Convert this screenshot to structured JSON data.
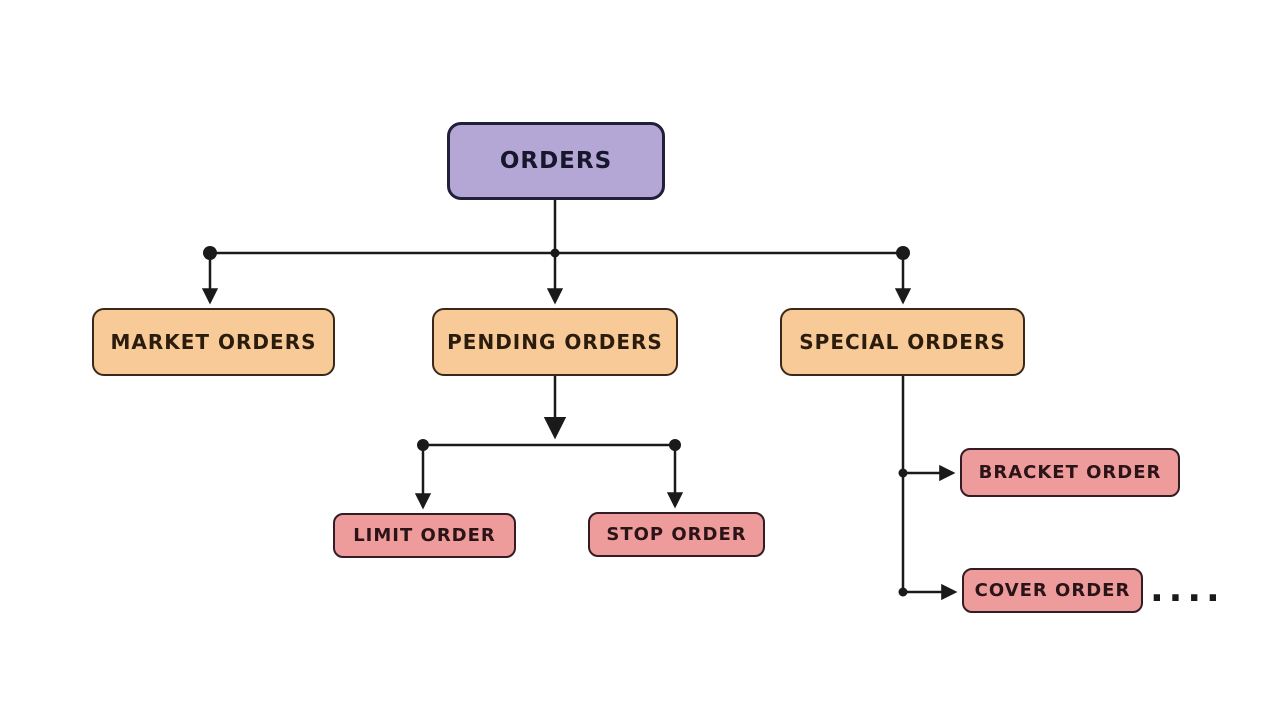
{
  "diagram": {
    "background": "#ffffff",
    "connector_color": "#1a1a1a",
    "nodes": {
      "orders": {
        "label": "ORDERS",
        "fill": "#b4a7d6",
        "border": "#20203a",
        "text_color": "#16162c"
      },
      "market_orders": {
        "label": "MARKET ORDERS",
        "fill": "#f7ca97",
        "border": "#39281a",
        "text_color": "#2b1c0e"
      },
      "pending_orders": {
        "label": "PENDING ORDERS",
        "fill": "#f7ca97",
        "border": "#39281a",
        "text_color": "#2b1c0e"
      },
      "special_orders": {
        "label": "SPECIAL ORDERS",
        "fill": "#f7ca97",
        "border": "#39281a",
        "text_color": "#2b1c0e"
      },
      "limit_order": {
        "label": "LIMIT ORDER",
        "fill": "#ee9b9b",
        "border": "#331d24",
        "text_color": "#2a1418"
      },
      "stop_order": {
        "label": "STOP ORDER",
        "fill": "#ee9b9b",
        "border": "#331d24",
        "text_color": "#2a1418"
      },
      "bracket_order": {
        "label": "BRACKET ORDER",
        "fill": "#ee9b9b",
        "border": "#331d24",
        "text_color": "#2a1418"
      },
      "cover_order": {
        "label": "COVER ORDER",
        "fill": "#ee9b9b",
        "border": "#331d24",
        "text_color": "#2a1418"
      }
    },
    "edges": [
      {
        "from": "orders",
        "to": "market_orders"
      },
      {
        "from": "orders",
        "to": "pending_orders"
      },
      {
        "from": "orders",
        "to": "special_orders"
      },
      {
        "from": "pending_orders",
        "to": "limit_order"
      },
      {
        "from": "pending_orders",
        "to": "stop_order"
      },
      {
        "from": "special_orders",
        "to": "bracket_order"
      },
      {
        "from": "special_orders",
        "to": "cover_order"
      }
    ],
    "ellipsis": "...."
  }
}
